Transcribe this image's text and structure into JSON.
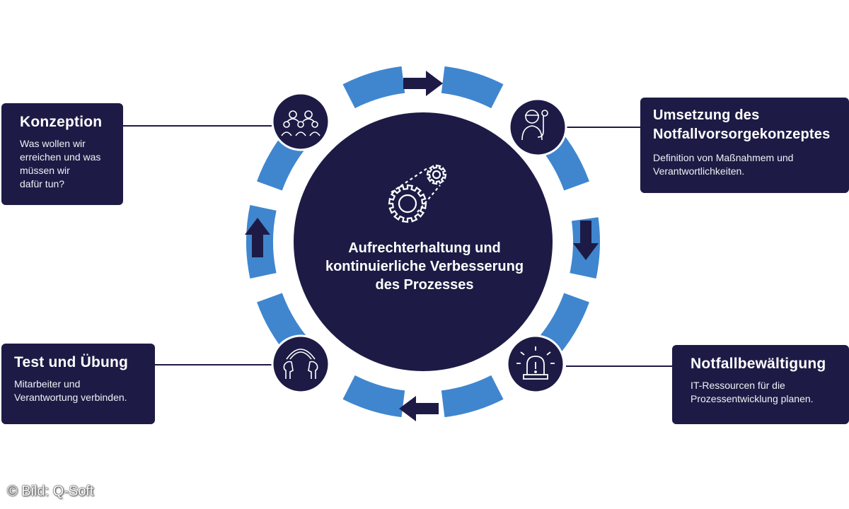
{
  "center": {
    "text": "Aufrechterhaltung und\nkontinuierliche Verbesserung\ndes Prozesses",
    "icon": "gears-icon"
  },
  "phases": [
    {
      "title": "Konzeption",
      "description": "Was wollen wir\nerreichen und was\nmüssen wir\ndafür tun?",
      "icon": "team-icon"
    },
    {
      "title": "Umsetzung des\nNotfallvorsorgekonzeptes",
      "description": "Definition von Maßnahmem und\nVerantwortlichkeiten.",
      "icon": "worker-icon"
    },
    {
      "title": "Notfallbewältigung",
      "description": "IT-Ressourcen für die\nProzessentwicklung planen.",
      "icon": "alarm-light-icon"
    },
    {
      "title": "Test und Übung",
      "description": "Mitarbeiter und\nVerantwortung verbinden.",
      "icon": "minds-connected-icon"
    }
  ],
  "credit": "© Bild: Q-Soft",
  "colors": {
    "navy": "#1d1b45",
    "blue": "#3f86cf",
    "line": "#1d1b45",
    "white": "#ffffff"
  }
}
